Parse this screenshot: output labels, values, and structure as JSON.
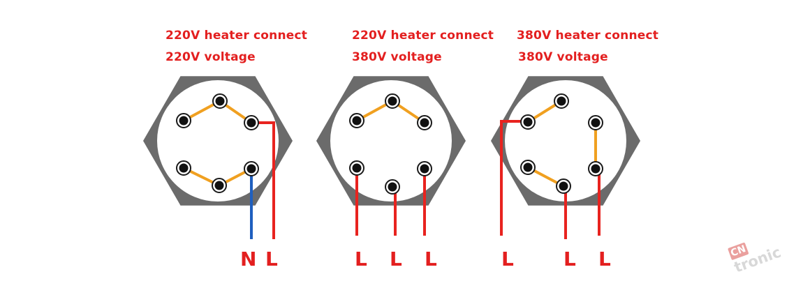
{
  "panels": [
    {
      "title_line1": "220V heater connect",
      "title_line2": "220V voltage",
      "terminals": [
        "N",
        "L"
      ]
    },
    {
      "title_line1": "220V heater connect",
      "title_line2": "380V voltage",
      "terminals": [
        "L",
        "L",
        "L"
      ]
    },
    {
      "title_line1": "380V heater connect",
      "title_line2": "380V voltage",
      "terminals": [
        "L",
        "L",
        "L"
      ]
    }
  ],
  "logo": {
    "box_text": "CN",
    "text": "tronic"
  },
  "colors": {
    "label_red": "#e31f1f",
    "wire_red": "#e8231f",
    "wire_blue": "#1f5fbf",
    "jumper_orange": "#f0a020",
    "hex_gray": "#6b6b6b",
    "plate_white": "#ffffff"
  }
}
